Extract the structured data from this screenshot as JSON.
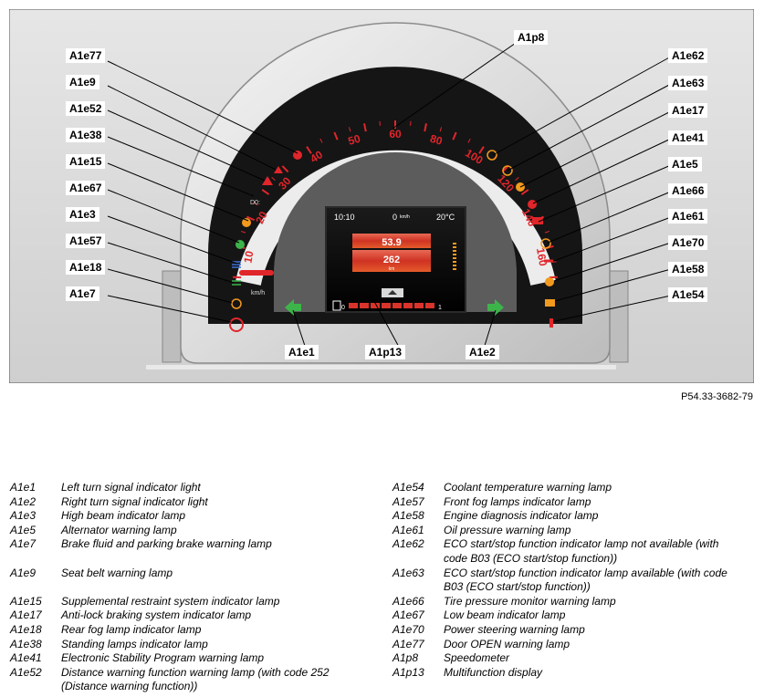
{
  "figure": {
    "speed_ticks": [
      "10",
      "20",
      "30",
      "40",
      "50",
      "60",
      "80",
      "100",
      "120",
      "140",
      "160"
    ],
    "speed_unit": "km/h",
    "display": {
      "time": "10:10",
      "speed": "0",
      "speed_unit": "km/h",
      "temperature": "20°C",
      "value_top": "53.9",
      "value_bottom": "262",
      "value_bottom_unit": "km"
    },
    "callouts_left": [
      "A1e77",
      "A1e9",
      "A1e52",
      "A1e38",
      "A1e15",
      "A1e67",
      "A1e3",
      "A1e57",
      "A1e18",
      "A1e7"
    ],
    "callouts_right": [
      "A1e62",
      "A1e63",
      "A1e17",
      "A1e41",
      "A1e5",
      "A1e66",
      "A1e61",
      "A1e70",
      "A1e58",
      "A1e54"
    ],
    "callout_top": "A1p8",
    "callouts_bottom": [
      "A1e1",
      "A1p13",
      "A1e2"
    ],
    "colors": {
      "frame": "#d7d7d7",
      "red_lamp": "#e0262b",
      "amber_lamp": "#f39a1e",
      "green_lamp": "#3db44a",
      "display_red": "#d9342b"
    }
  },
  "reference": "P54.33-3682-79",
  "legend_left": [
    {
      "code": "A1e1",
      "desc": "Left turn signal indicator light"
    },
    {
      "code": "A1e2",
      "desc": "Right turn signal indicator light"
    },
    {
      "code": "A1e3",
      "desc": "High beam indicator lamp"
    },
    {
      "code": "A1e5",
      "desc": "Alternator warning lamp"
    },
    {
      "code": "A1e7",
      "desc": "Brake fluid and parking brake warning lamp"
    },
    {
      "code": "",
      "desc": ""
    },
    {
      "code": "A1e9",
      "desc": "Seat belt warning lamp"
    },
    {
      "code": "",
      "desc": ""
    },
    {
      "code": "A1e15",
      "desc": "Supplemental restraint system indicator lamp"
    },
    {
      "code": "A1e17",
      "desc": "Anti-lock braking system indicator lamp"
    },
    {
      "code": "A1e18",
      "desc": "Rear fog lamp indicator lamp"
    },
    {
      "code": "A1e38",
      "desc": "Standing lamps indicator lamp"
    },
    {
      "code": "A1e41",
      "desc": "Electronic Stability Program warning lamp"
    },
    {
      "code": "A1e52",
      "desc": "Distance warning function warning lamp (with code 252"
    },
    {
      "code": "",
      "desc": "(Distance warning function))"
    }
  ],
  "legend_right": [
    {
      "code": "A1e54",
      "desc": "Coolant temperature warning lamp"
    },
    {
      "code": "A1e57",
      "desc": "Front fog lamps indicator lamp"
    },
    {
      "code": "A1e58",
      "desc": "Engine diagnosis indicator lamp"
    },
    {
      "code": "A1e61",
      "desc": "Oil pressure warning lamp"
    },
    {
      "code": "A1e62",
      "desc": "ECO start/stop function indicator lamp not available (with"
    },
    {
      "code": "",
      "desc": "code B03 (ECO start/stop function))"
    },
    {
      "code": "A1e63",
      "desc": "ECO start/stop function indicator lamp available (with code"
    },
    {
      "code": "",
      "desc": "B03 (ECO start/stop function))"
    },
    {
      "code": "A1e66",
      "desc": "Tire pressure monitor warning lamp"
    },
    {
      "code": "A1e67",
      "desc": "Low beam indicator lamp"
    },
    {
      "code": "A1e70",
      "desc": "Power steering warning lamp"
    },
    {
      "code": "A1e77",
      "desc": "Door OPEN warning lamp"
    },
    {
      "code": "A1p8",
      "desc": "Speedometer"
    },
    {
      "code": "A1p13",
      "desc": "Multifunction display"
    }
  ]
}
